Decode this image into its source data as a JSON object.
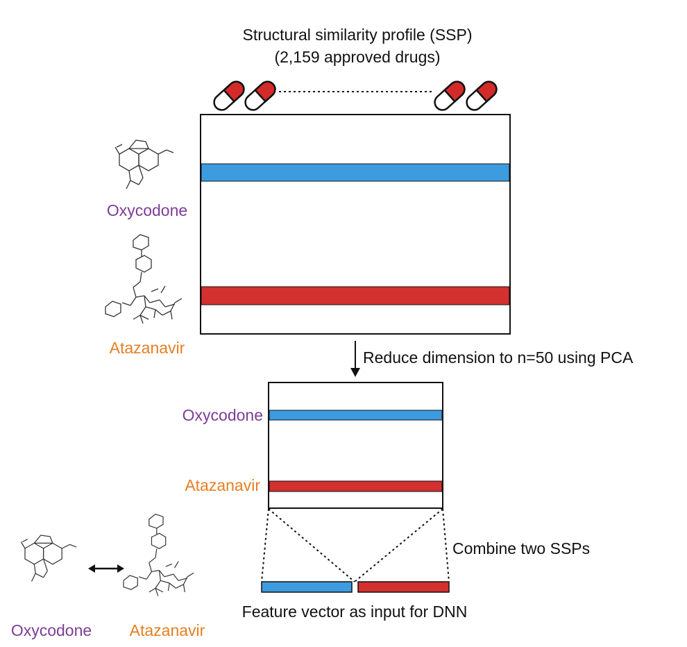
{
  "title": {
    "line1": "Structural similarity profile (SSP)",
    "line2": "(2,159 approved drugs)"
  },
  "drugs": {
    "oxycodone": {
      "name": "Oxycodone",
      "label_color": "#7d3c98",
      "bar_color": "#3d9be0"
    },
    "atazanavir": {
      "name": "Atazanavir",
      "label_color": "#e67e22",
      "bar_color": "#d33030"
    }
  },
  "steps": {
    "pca": "Reduce dimension to n=50 using PCA",
    "combine": "Combine two SSPs",
    "feature": "Feature vector as input for DNN"
  },
  "icons": {
    "pill": "pill-capsule-icon",
    "arrow_down": "arrow-down-icon",
    "double_arrow": "double-arrow-icon",
    "molecule": "molecule-structure-icon"
  }
}
